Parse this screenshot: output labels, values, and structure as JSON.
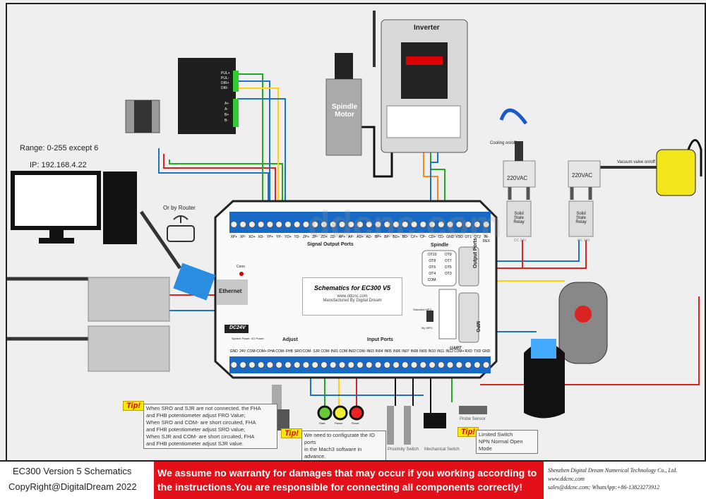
{
  "diagram": {
    "watermark": "ddcnc.com",
    "range_note": "Range: 0-255 except 6",
    "ip_label": "IP: 192.168.4.22",
    "router_label": "Or by Router",
    "inverter_label": "Inverter",
    "spindle_motor_label": "Spindle Motor",
    "driver_labels": [
      "PUL+",
      "PUL-",
      "DIR+",
      "DIR-",
      "A+",
      "A-",
      "B+",
      "B-"
    ],
    "cooling_label": "Cooling on/off",
    "vacuum_label": "Vacuum valve on/off",
    "relay_supply": "220VAC",
    "relay_label": "Solid State Relay",
    "relay_dc": "DC 24V",
    "board": {
      "title": "Schematics for EC300 V5",
      "website": "www.ddcnc.com",
      "manufacturer": "Manufactured By Digital Dream",
      "ethernet": "Ethernet",
      "conn": "Conn",
      "dc24v": "DC24V",
      "signal_output_ports": "Signal Output Ports",
      "spindle": "Spindle",
      "output_ports": "Output Ports",
      "mpg": "MPG",
      "standard_mpg": "Standard MPG",
      "my_mpg": "My MPG",
      "adjust": "Adjust",
      "input_ports": "Input Ports",
      "uart": "UART",
      "system_power": "System Power",
      "io_power": "I/O Power",
      "top_terminals": [
        "XP+",
        "XP-",
        "XD+",
        "XD-",
        "YP+",
        "YP-",
        "YD+",
        "YD-",
        "ZP+",
        "ZP-",
        "ZD+",
        "ZD-",
        "AP+",
        "AP-",
        "AD+",
        "AD-",
        "BP+",
        "BP-",
        "BD+",
        "BD-",
        "CP+",
        "CP-",
        "CD+",
        "CD-",
        "GND",
        "VSO",
        "OT1",
        "OT2",
        "IN-DEX"
      ],
      "bottom_terminals": [
        "GND",
        "24V",
        "COM-",
        "COM+",
        "FHA",
        "COM-",
        "FHB",
        "SRO",
        "COM-",
        "SJR",
        "COM-",
        "IN01",
        "COM",
        "IN02",
        "COM-",
        "IN03",
        "IN04",
        "IN05",
        "IN06",
        "IN07",
        "IN08",
        "IN09",
        "IN10",
        "IN11",
        "IN12",
        "COM+",
        "RXD",
        "TXD",
        "GND"
      ],
      "output_port_labels": [
        "OT10",
        "OT9",
        "OT8",
        "OT7",
        "OT6",
        "OT5",
        "OT4",
        "OT3",
        "COM-"
      ]
    },
    "buttons": [
      "Start",
      "Pause",
      "Reset"
    ],
    "proximity_switch": "Proximity Switch",
    "mechanical_switch": "Mechanical Switch",
    "probe_sensor": "Probe Sensor",
    "tip_label": "Tip!",
    "tip1": "When SRO and SJR are not connected, the FHA\nand FHB potentiometer adjust FRO Value;\nWhen SRO and COM- are short circuited, FHA\nand FHB potentiometer adjust SRO value;\nWhen SJR and COM- are short circuited, FHA\nand FHB potentiometer adjust SJR value.",
    "tip2": "We need to configurate the IO ports\nin the Mach3 software in advance.",
    "tip3": "Limited Switch\nNPN Normal Open Mode"
  },
  "footer": {
    "title": "EC300 Version 5 Schematics",
    "copyright": "CopyRight@DigitalDream 2022",
    "warning_line1": "We assume no warranty for damages that may occur if you working according to",
    "warning_line2": "the instructions.You are responsible for connecting all components correctly!",
    "company": "Shenzhen Digital Dream Numerical Technology Co., Ltd.",
    "website": "www.ddcnc.com",
    "contact": "sales@ddcnc.com;     WhatsApp:+86-13823273912",
    "warning_color": "#e3101a"
  }
}
